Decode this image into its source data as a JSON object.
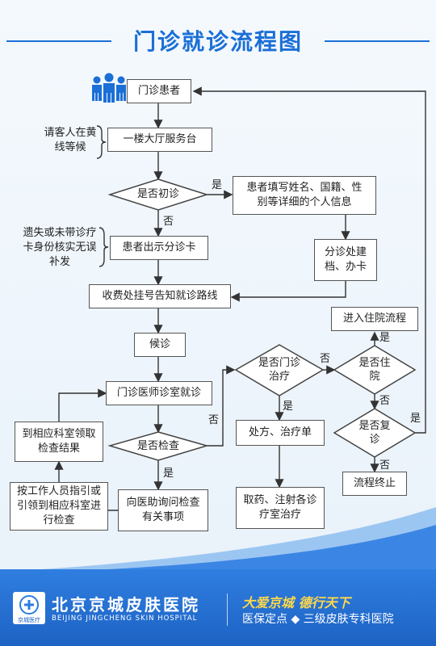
{
  "title": "门诊就诊流程图",
  "nodes": {
    "patient": "门诊患者",
    "service_desk": "一楼大厅服务台",
    "first_visit_q": "是否初诊",
    "fill_info": "患者填写姓名、国籍、性别等详细的个人信息",
    "show_card": "患者出示分诊卡",
    "triage_card": "分诊处建档、办卡",
    "register": "收费处挂号告知就诊路线",
    "wait": "候诊",
    "doctor": "门诊医师诊室就诊",
    "exam_q": "是否检查",
    "ask_assistant": "向医助询问检查有关事项",
    "guide_exam": "按工作人员指引或引领到相应科室进行检查",
    "get_results": "到相应科室领取检查结果",
    "outpatient_q": "是否门诊治疗",
    "prescription": "处方、治疗单",
    "medicine": "取药、注射各诊疗室治疗",
    "hospitalize_q": "是否住院",
    "admission": "进入住院流程",
    "followup_q": "是否复诊",
    "end": "流程终止"
  },
  "notes": {
    "wait_line": "请客人在黄线等候",
    "lost_card": "遗失或未带诊疗卡身份核实无误补发"
  },
  "edge_labels": {
    "yes": "是",
    "no": "否"
  },
  "footer": {
    "logo_text": "京城医疗",
    "hospital_name": "北京京城皮肤医院",
    "hospital_en": "BEIJING JINGCHENG SKIN HOSPITAL",
    "slogan": "大爱京城  德行天下",
    "tagline": "医保定点 ◆ 三级皮肤专科医院"
  },
  "colors": {
    "accent": "#1b6fd6",
    "footer": "#1d63c4",
    "slogan": "#ffd84a"
  }
}
